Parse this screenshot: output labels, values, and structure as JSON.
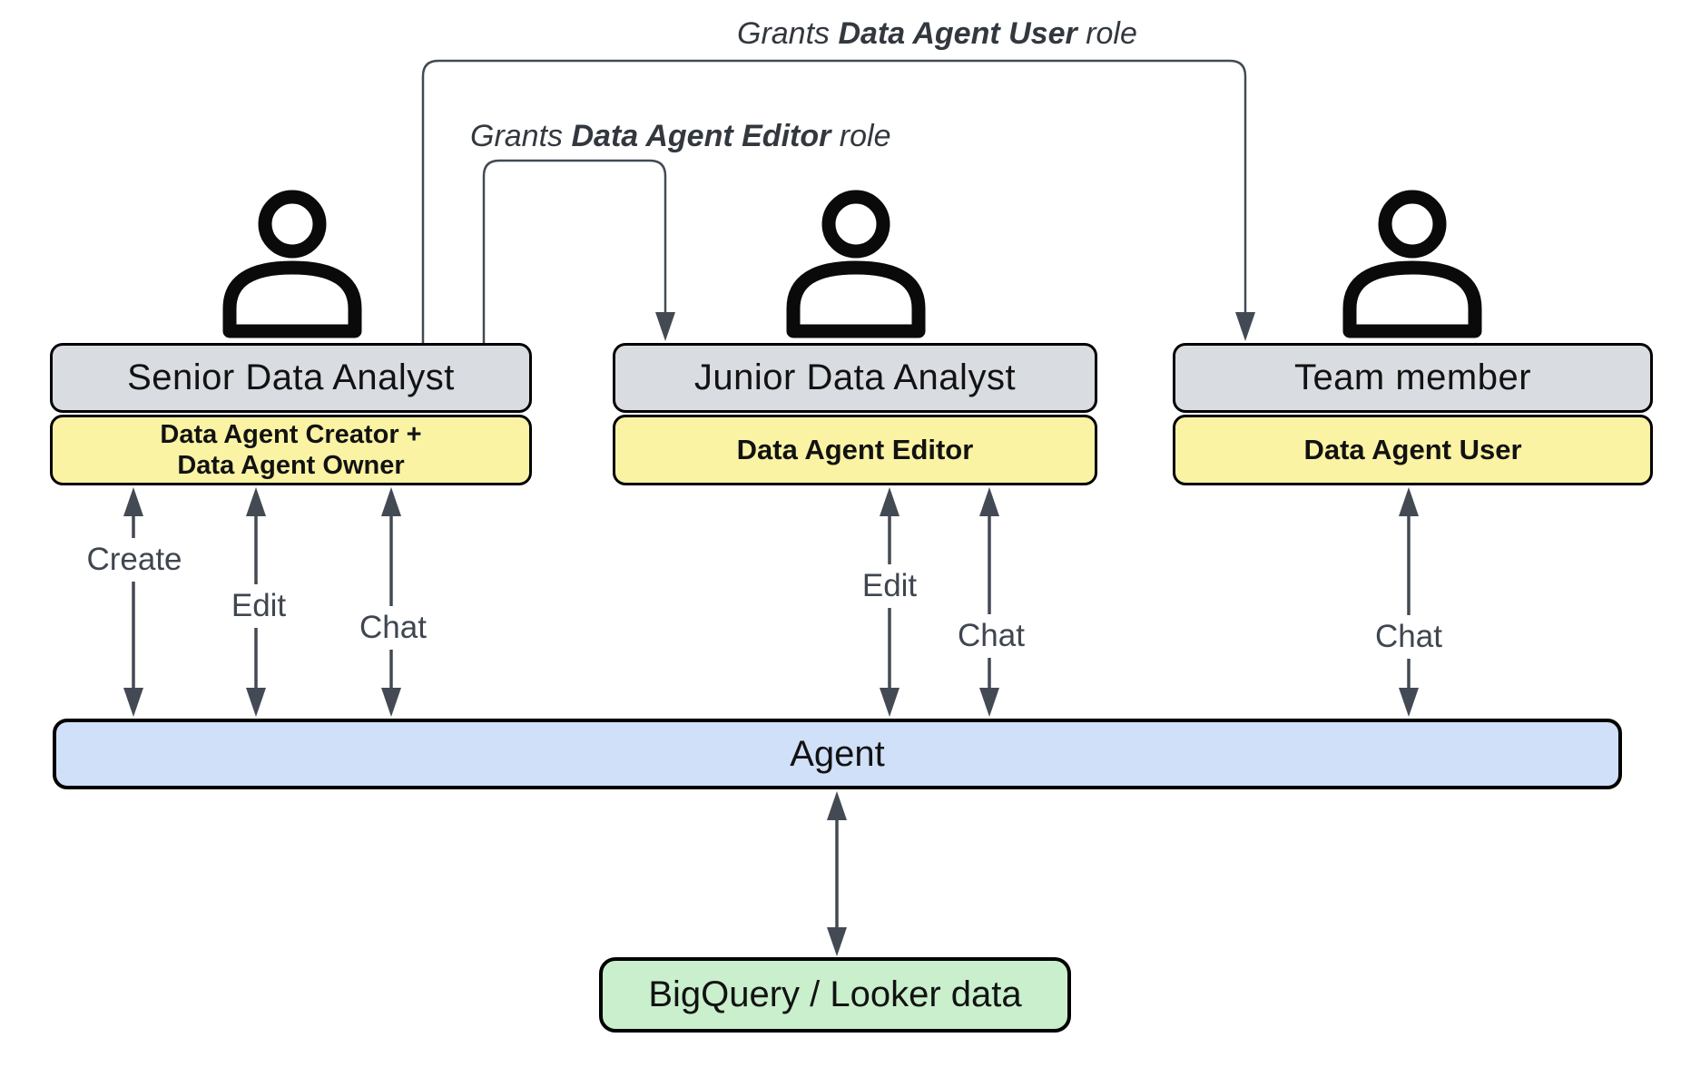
{
  "grants": [
    {
      "prefix": "Grants ",
      "bold": "Data Agent User",
      "suffix": " role"
    },
    {
      "prefix": "Grants ",
      "bold": "Data Agent Editor",
      "suffix": " role"
    }
  ],
  "actors": [
    {
      "title": "Senior Data Analyst",
      "roles": [
        "Data Agent Creator +",
        "Data Agent Owner"
      ],
      "actions": [
        "Create",
        "Edit",
        "Chat"
      ]
    },
    {
      "title": "Junior Data Analyst",
      "roles": [
        "Data Agent Editor"
      ],
      "actions": [
        "Edit",
        "Chat"
      ]
    },
    {
      "title": "Team member",
      "roles": [
        "Data Agent User"
      ],
      "actions": [
        "Chat"
      ]
    }
  ],
  "agent": {
    "label": "Agent"
  },
  "datastore": {
    "label": "BigQuery / Looker data"
  },
  "colors": {
    "actor_fill": "#d9dce1",
    "role_fill": "#faf3a4",
    "agent_fill": "#cfe0f8",
    "datastore_fill": "#c9efcc",
    "line": "#434a54",
    "label_text": "#3f4650",
    "border": "#000000"
  }
}
